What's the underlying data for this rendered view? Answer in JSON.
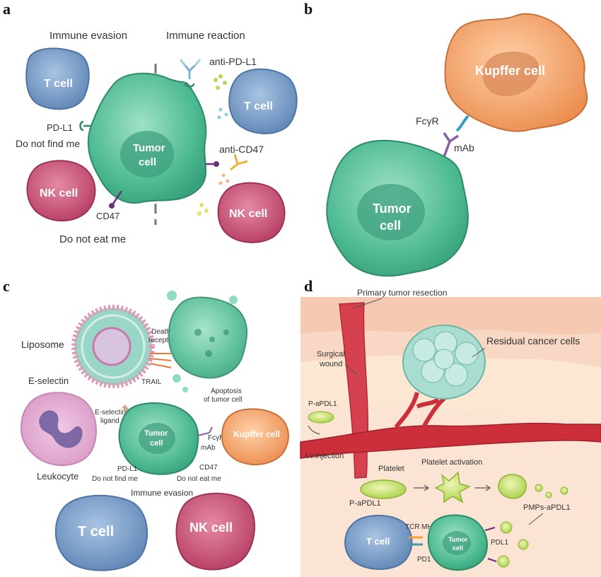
{
  "panels": {
    "a": {
      "letter": "a",
      "immune_evasion": "Immune evasion",
      "immune_reaction": "Immune reaction",
      "t_cell_left": "T cell",
      "t_cell_right": "T cell",
      "pd_l1": "PD-L1",
      "do_not_find_me": "Do not find me",
      "tumor_line1": "Tumor",
      "tumor_line2": "cell",
      "anti_pd_l1": "anti-PD-L1",
      "anti_cd47": "anti-CD47",
      "nk_cell_left": "NK cell",
      "nk_cell_right": "NK cell",
      "cd47": "CD47",
      "do_not_eat_me": "Do not eat me"
    },
    "b": {
      "letter": "b",
      "kupffer": "Kupffer cell",
      "fcgr": "FcγR",
      "mab": "mAb",
      "tumor_line1": "Tumor",
      "tumor_line2": "cell"
    },
    "c": {
      "letter": "c",
      "liposome": "Liposome",
      "death_receptor_line1": "Death",
      "death_receptor_line2": "receptor",
      "apoptosis_line1": "Apoptosis",
      "apoptosis_line2": "of tumor cell",
      "e_selectin": "E-selectin",
      "trail": "TRAIL",
      "e_selectin_ligand_line1": "E-selectin",
      "e_selectin_ligand_line2": "ligand",
      "leukocyte": "Leukocyte",
      "tumor_line1": "Tumor",
      "tumor_line2": "cell",
      "fcgr": "FcγR",
      "mab": "mAb",
      "kupffer": "Kupffer cell",
      "pd_l1": "PD-L1",
      "cd47": "CD47",
      "do_not_find_me": "Do not find me",
      "do_not_eat_me": "Do not eat me",
      "immune_evasion": "Immune evasion",
      "t_cell": "T cell",
      "nk_cell": "NK cell"
    },
    "d": {
      "letter": "d",
      "primary_tumor_resection": "Primary tumor resection",
      "residual_cancer_cells": "Residual cancer cells",
      "surgical_wound_line1": "Surgical",
      "surgical_wound_line2": "wound",
      "p_apdl1_top": "P-aPDL1",
      "iv_injection": "I.v.injection",
      "platelet": "Platelet",
      "platelet_activation": "Platelet activation",
      "p_apdl1_bottom": "P-aPDL1",
      "pmps_apdl1": "PMPs-aPDL1",
      "t_cell": "T cell",
      "tcr": "TCR",
      "mhc": "MHC",
      "tumor_line1": "Tumor",
      "tumor_line2": "cell",
      "pdl1": "PDL1",
      "pd1": "PD1"
    }
  },
  "colors": {
    "t_cell": "#7ea3cc",
    "nk_cell": "#c94f74",
    "tumor": "#5cc29c",
    "kupffer": "#f0a46c",
    "vessel": "#cc2e3a",
    "platelet": "#c7e06b"
  }
}
